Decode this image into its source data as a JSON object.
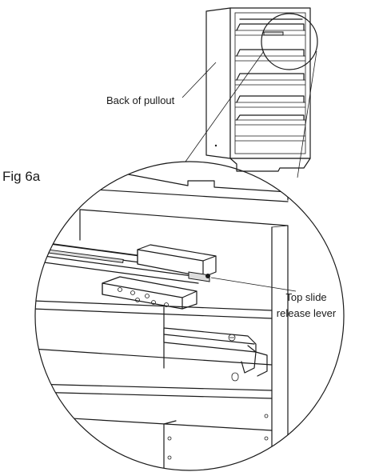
{
  "figure_label": "Fig 6a",
  "callouts": {
    "back_of_pullout": "Back of pullout",
    "release_lever_line1": "Top slide",
    "release_lever_line2": "release lever"
  }
}
